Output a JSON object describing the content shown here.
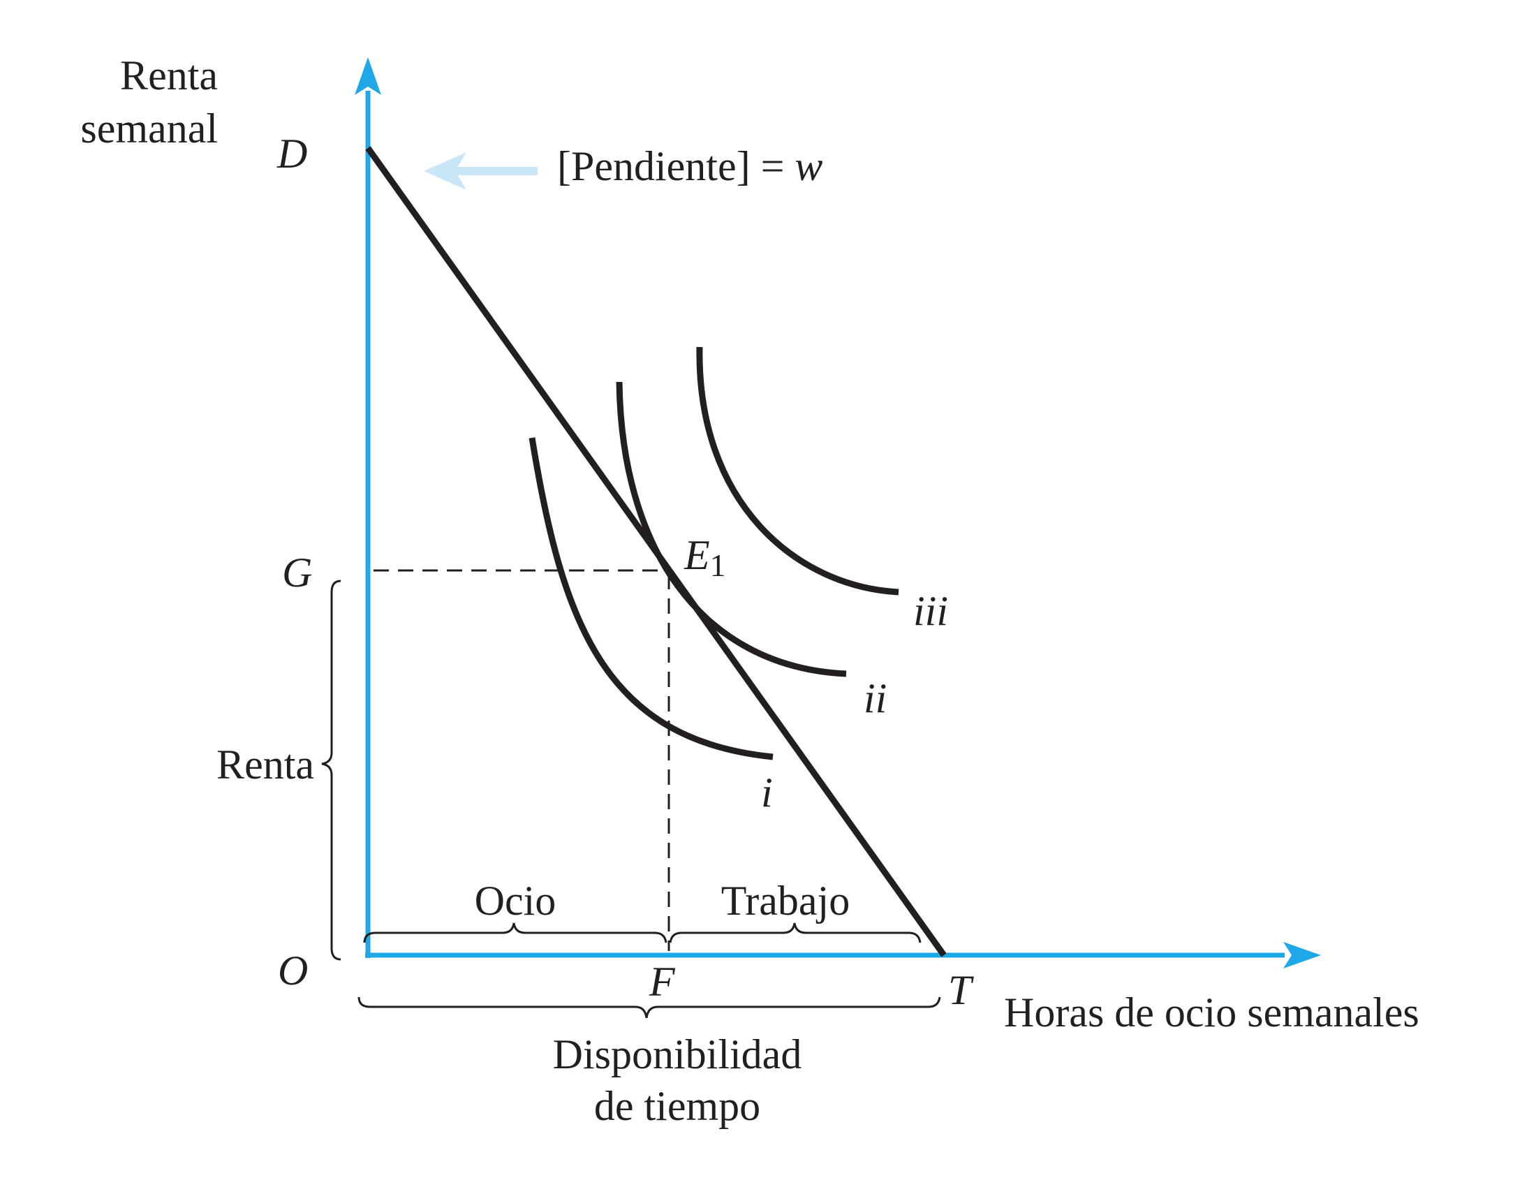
{
  "colors": {
    "axis": "#1fa8e8",
    "ink": "#231f20",
    "arrow_light": "#c8e6f8"
  },
  "axes": {
    "y_label_line1": "Renta",
    "y_label_line2": "semanal",
    "x_label": "Horas de ocio semanales"
  },
  "points": {
    "D": "D",
    "G": "G",
    "O": "O",
    "F": "F",
    "T": "T",
    "E": "E",
    "E_sub": "1"
  },
  "slope_note": {
    "prefix": "[Pendiente] = ",
    "var": "w"
  },
  "curves": {
    "i": "i",
    "ii": "ii",
    "iii": "iii"
  },
  "braces": {
    "renta": "Renta",
    "ocio": "Ocio",
    "trabajo": "Trabajo",
    "disponibilidad_line1": "Disponibilidad",
    "disponibilidad_line2": "de tiempo"
  }
}
